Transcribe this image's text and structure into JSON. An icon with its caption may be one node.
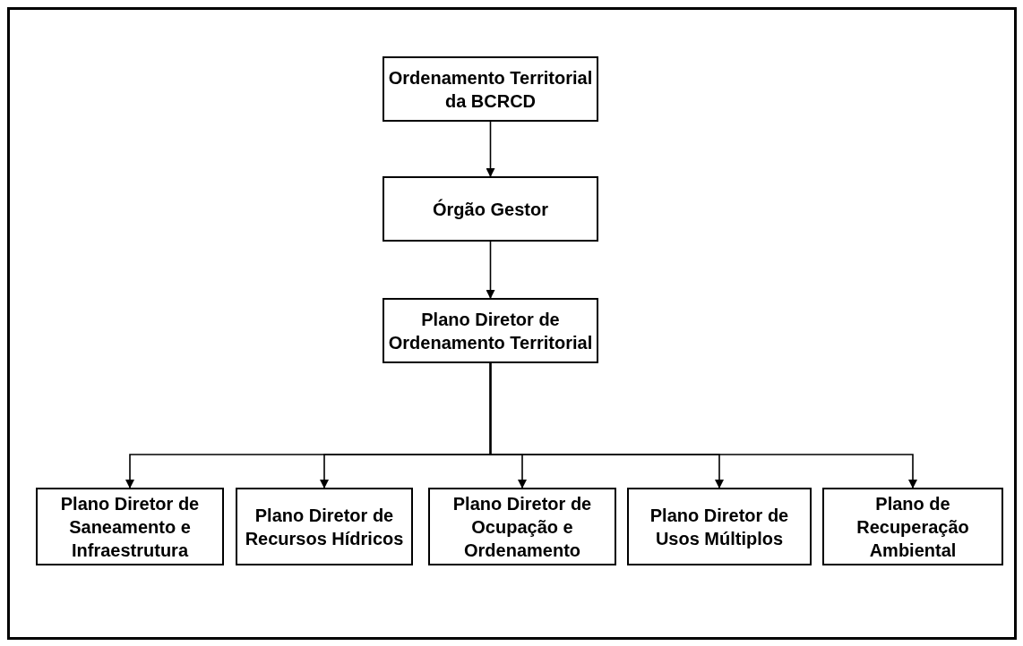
{
  "diagram": {
    "nodes": [
      {
        "text": [
          "Ordenamento Territorial da BCRCD"
        ]
      },
      {
        "text": [
          "Órgão Gestor"
        ]
      },
      {
        "text": [
          "Plano Diretor de Ordenamento Territorial"
        ]
      },
      {
        "text": [
          "Plano Diretor de Saneamento e Infraestrutura"
        ]
      },
      {
        "text": [
          "Plano Diretor de Recursos Hídricos"
        ]
      },
      {
        "text": [
          "Plano Diretor de Ocupação e Ordenamento"
        ]
      },
      {
        "text": [
          "Plano Diretor de Usos Múltiplos"
        ]
      },
      {
        "text": [
          "Plano de Recuperação Ambiental"
        ]
      }
    ],
    "edges": [
      {
        "from": 0,
        "to": 1,
        "arrow": "to"
      },
      {
        "from": 1,
        "to": 2,
        "arrow": "to"
      },
      {
        "from": 2,
        "to": 3,
        "arrow": "to"
      },
      {
        "from": 2,
        "to": 4,
        "arrow": "to"
      },
      {
        "from": 2,
        "to": 5,
        "arrow": "to"
      },
      {
        "from": 2,
        "to": 6,
        "arrow": "to"
      },
      {
        "from": 2,
        "to": 7,
        "arrow": "to"
      }
    ]
  }
}
